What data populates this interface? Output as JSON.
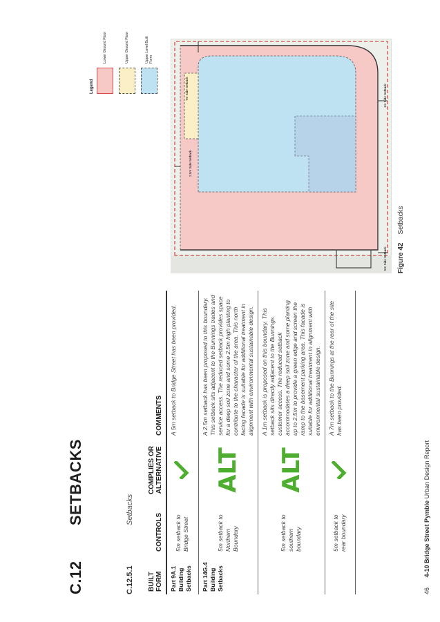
{
  "header": {
    "section_number": "C.12",
    "section_title": "SETBACKS"
  },
  "subsection": {
    "number": "C.12.5.1",
    "title": "Setbacks"
  },
  "table": {
    "headers": {
      "built_form": "BUILT FORM",
      "controls": "CONTROLS",
      "complies": "COMPLIES OR ALTERNATIVE",
      "comments": "COMMENTS"
    },
    "rows": [
      {
        "ref": "Part 9A.1 Building Setbacks",
        "control": "5m setback to Bridge Street",
        "status": "tick",
        "comment": "A 5m setback to Bridge Street has been provided."
      },
      {
        "ref": "Part 14G.4 Building Setbacks",
        "control": "5m setback to Northern Boundary",
        "status": "ALT",
        "comment": "A 2.5m setback has been proposed to this boundary. This setback sits adjacent to the Bunnings trades and service access. The reduced setback provides space for a deep soil zone and some 2.5m high planting to contribute to the character of the area. This north facing facade is suitable for additional treatment in alignment with environmental sustainable design."
      },
      {
        "ref": "",
        "control": "5m setback to southern boundary",
        "status": "ALT",
        "comment": "A 1m setback is proposed on this boundary. This setback sits directly adjacent to the Bunnings customer access. The reduced setback accommodates a deep soil zone and some planting up to 2.5m to provide a green edge and screen the ramp to the basement parking area. This facade is suitable for additional treatment in alignment with environmental sustainable design."
      },
      {
        "ref": "",
        "control": "5m setback to rear boundary",
        "status": "tick",
        "comment": "A 7m setback to the Bunnings at the rear of the site has been provided."
      }
    ]
  },
  "figure": {
    "number": "Figure 42",
    "caption": "Setbacks",
    "labels": {
      "side_2_5m": "2.5m Side Setback",
      "side_7m": "7m Side Setback",
      "side_1m": "1m Side Setback",
      "front_5m": "5m Side Setback"
    }
  },
  "legend": {
    "title": "Legend",
    "items": [
      {
        "label": "Lower Ground Floor",
        "color": "#f6c9c6",
        "border": "#d84a4a"
      },
      {
        "label": "Upper Ground Floor",
        "color": "#fbefc6",
        "border": "#555555"
      },
      {
        "label": "Upper Level Built Form",
        "color": "#bfe2f2",
        "border": "#555555"
      }
    ]
  },
  "footer": {
    "page": "46",
    "project": "4-10 Bridge Street Pymble",
    "doc": "Urban Design Report"
  },
  "colors": {
    "accent_green": "#4eae2f",
    "setback_red": "#d84a4a"
  }
}
